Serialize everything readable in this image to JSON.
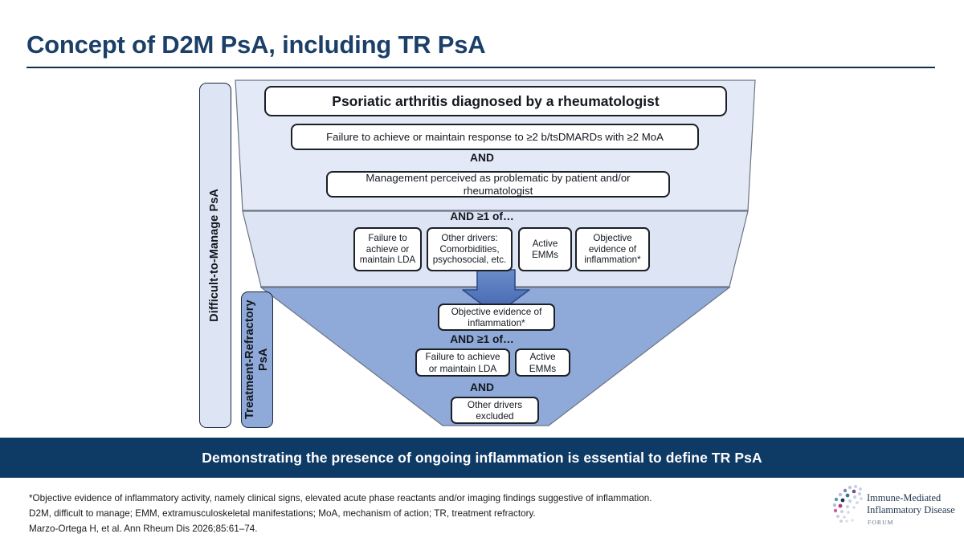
{
  "title": "Concept of D2M PsA, including TR PsA",
  "colors": {
    "title": "#1b3f68",
    "rule": "#0d2f52",
    "banner_bg": "#0e3a66",
    "funnel_light": "#dde4f3",
    "funnel_light_upper": "#e3e9f6",
    "funnel_dark": "#8fa9d8",
    "arrow": "#4a6fb8",
    "d2m_bar": "#dde4f3",
    "tr_bar": "#8fa9d8",
    "box_border": "#1b1f26"
  },
  "side_labels": {
    "d2m": "Difficult-to-Manage PsA",
    "tr": "Treatment-Refractory PsA"
  },
  "funnel": {
    "diagnosis": "Psoriatic arthritis diagnosed by a rheumatologist",
    "failure_response": "Failure to achieve or maintain response to ≥2 b/tsDMARDs with ≥2 MoA",
    "connector_and_1": "AND",
    "management": "Management perceived as problematic by patient and/or rheumatologist",
    "connector_and_2": "AND ≥1 of…",
    "light_options": [
      "Failure to achieve or maintain LDA",
      "Other drivers: Comorbidities, psychosocial, etc.",
      "Active EMMs",
      "Objective evidence of inflammation*"
    ],
    "objective_evidence": "Objective evidence of inflammation*",
    "connector_and_3": "AND ≥1 of…",
    "dark_options": [
      "Failure to achieve or maintain LDA",
      "Active EMMs"
    ],
    "connector_and_4": "AND",
    "excluded": "Other drivers excluded"
  },
  "banner": {
    "text": "Demonstrating the presence of ongoing inflammation is essential to define TR PsA"
  },
  "footnotes": [
    "*Objective evidence of inflammatory activity, namely clinical signs, elevated acute phase reactants and/or imaging findings suggestive of inflammation.",
    "D2M, difficult to manage; EMM, extramusculoskeletal manifestations; MoA, mechanism of action; TR, treatment refractory.",
    "Marzo-Ortega H, et al. Ann Rheum Dis 2026;85:61–74."
  ],
  "logo": {
    "line1": "Immune-Mediated",
    "line2": "Inflammatory Disease",
    "line3": "FORUM"
  }
}
